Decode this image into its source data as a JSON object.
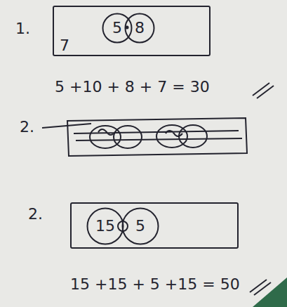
{
  "diagram": {
    "nodes": [
      {
        "text": [
          "1.",
          "7"
        ]
      },
      {
        "text": [
          "5"
        ],
        "in": 0
      },
      {
        "text": [
          "8"
        ],
        "in": 0
      },
      {
        "text": [
          "2."
        ]
      },
      {
        "text": [
          "15"
        ],
        "in": 3
      },
      {
        "text": [
          "5"
        ],
        "in": 3
      }
    ],
    "labels": [
      "5 +10 + 8 + 7 = 30",
      "2.",
      "15 +15 + 5 +15 = 50"
    ]
  }
}
